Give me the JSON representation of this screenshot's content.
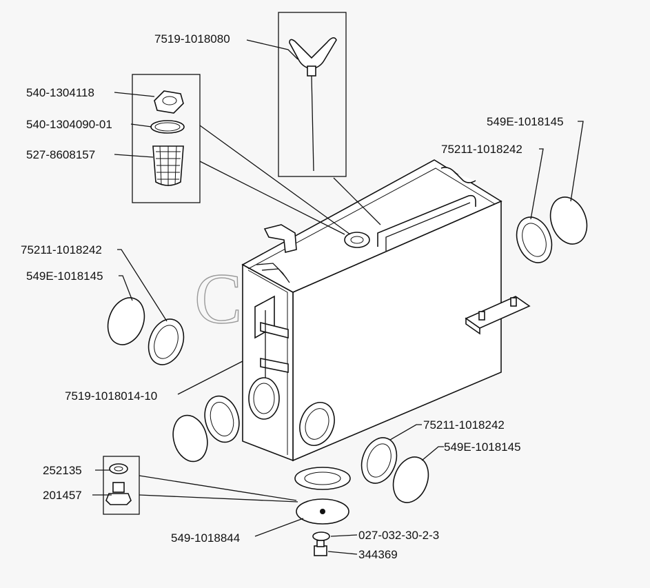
{
  "watermark": "СЕЛIM",
  "parts": {
    "dipstick": "7519-1018080",
    "filler_cap": "540-1304118",
    "filler_gasket": "540-1304090-01",
    "filler_strainer": "527-8608157",
    "gasket_right": "75211-1018242",
    "cover_right": "549E-1018145",
    "gasket_left": "75211-1018242",
    "cover_left": "549E-1018145",
    "tank": "7519-1018014-10",
    "gasket_front": "75211-1018242",
    "cover_front": "549E-1018145",
    "washer_252135": "252135",
    "plug_201457": "201457",
    "bottom_cover": "549-1018844",
    "drain_washer": "027-032-30-2-3",
    "drain_plug": "344369"
  }
}
